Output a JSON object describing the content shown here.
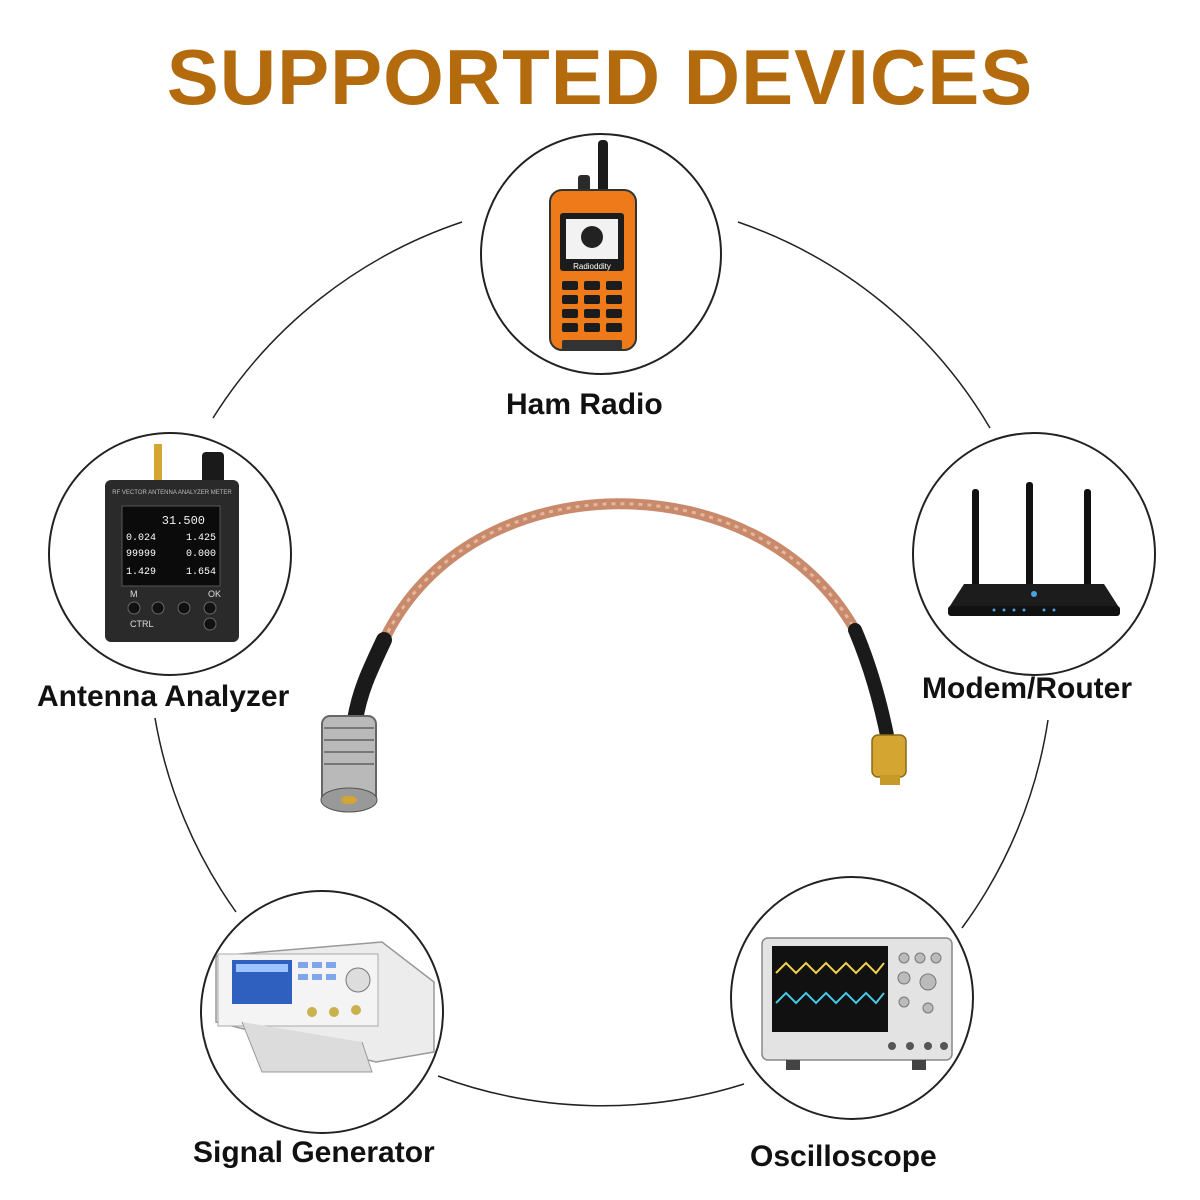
{
  "title": "SUPPORTED DEVICES",
  "colors": {
    "title": "#b36b0e",
    "cable": "#c98a6c",
    "connector_gold": "#d4a531",
    "connector_silver": "#b9b9b9"
  },
  "devices": [
    {
      "label": "Ham Radio",
      "icon": "ham-radio-icon",
      "brand_text": "Radioddity"
    },
    {
      "label": "Modem/Router",
      "icon": "router-icon"
    },
    {
      "label": "Oscilloscope",
      "icon": "oscilloscope-icon"
    },
    {
      "label": "Signal Generator",
      "icon": "signal-generator-icon"
    },
    {
      "label": "Antenna Analyzer",
      "icon": "antenna-analyzer-icon",
      "meter_title": "RF VECTOR ANTENNA ANALYZER METER",
      "meter_values": [
        "31.500",
        "0.024",
        "1.425",
        "99999",
        "0.000",
        "1.429",
        "1.654"
      ],
      "meter_buttons": [
        "M",
        "CTRL",
        "OK"
      ]
    }
  ],
  "center_item": {
    "icon": "rf-cable-n-to-sma-icon"
  }
}
